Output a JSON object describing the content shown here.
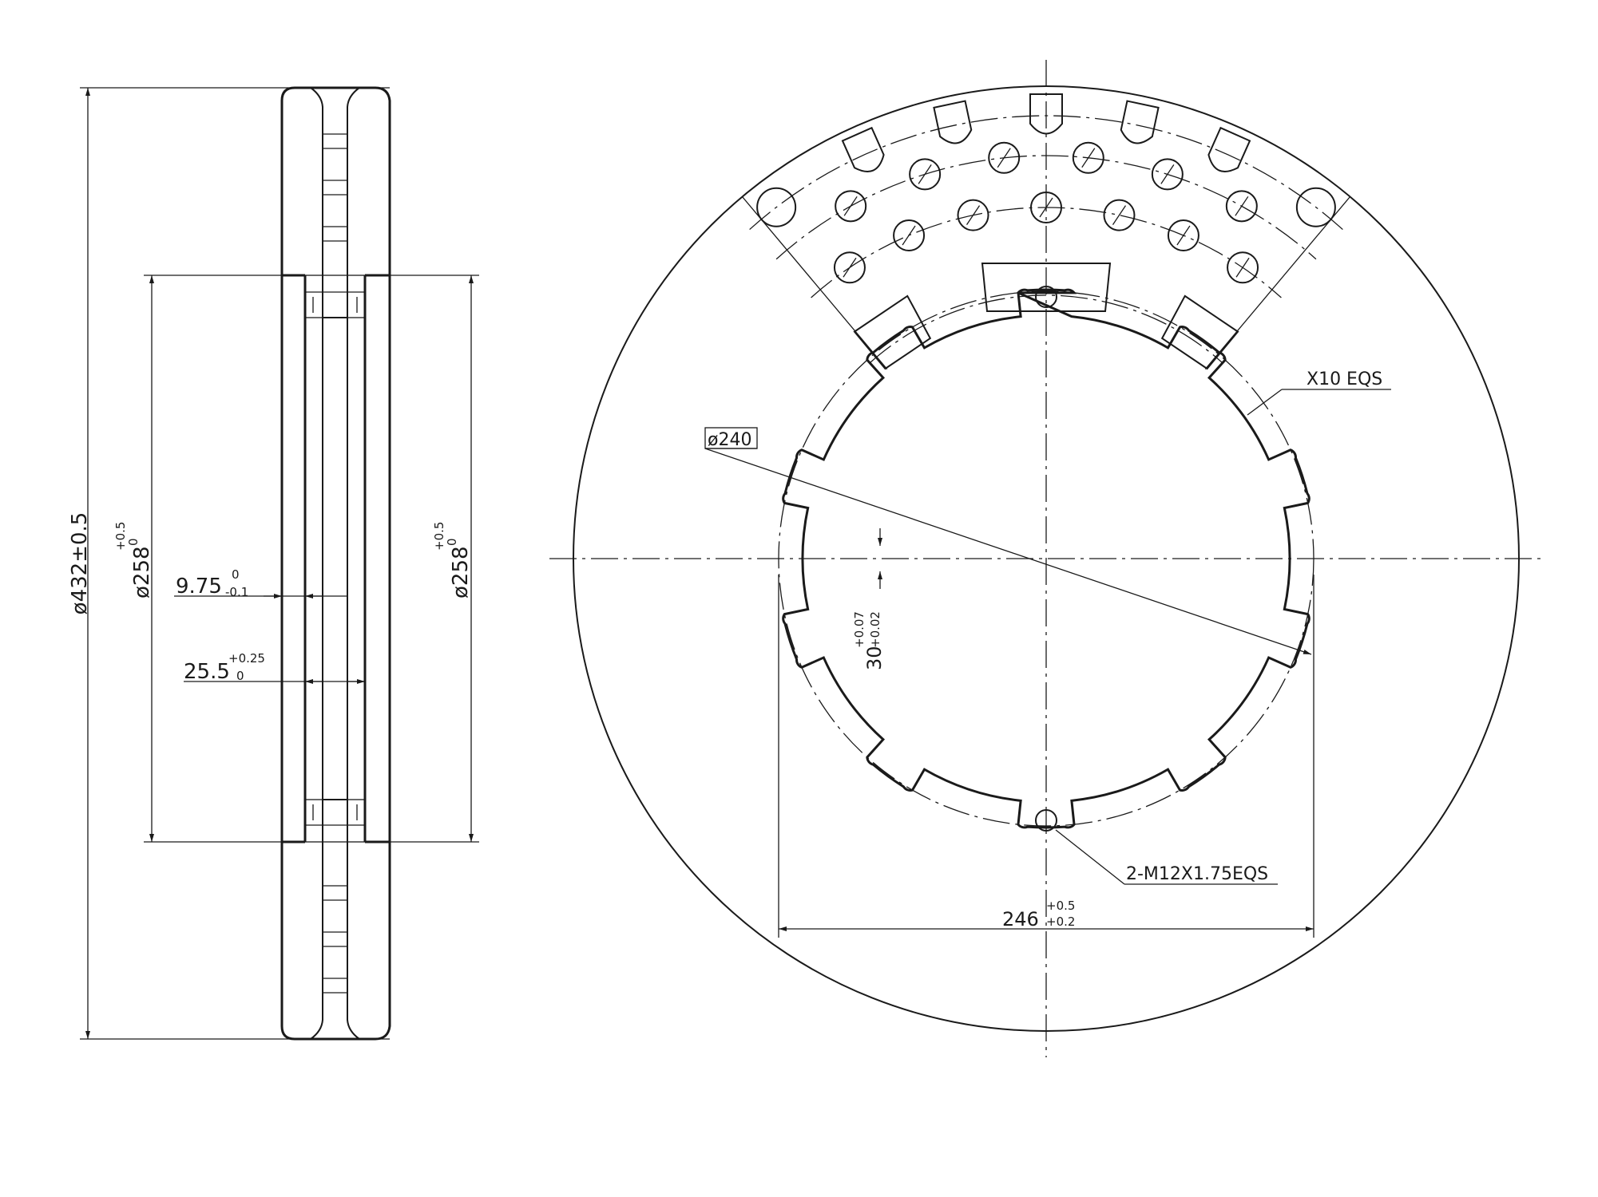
{
  "drawing": {
    "colors": {
      "line": "#1a1a1a",
      "background": "#ffffff"
    },
    "side_view": {
      "outer_diameter": {
        "text": "ø432±0.5"
      },
      "inner_diameter_left": {
        "main": "ø258",
        "upper_tol": "+0.5",
        "lower_tol": "0"
      },
      "inner_diameter_right": {
        "main": "ø258",
        "upper_tol": "+0.5",
        "lower_tol": "0"
      },
      "flange_thickness": {
        "main": "9.75",
        "upper_tol": "0",
        "lower_tol": "-0.1"
      },
      "hub_width": {
        "main": "25.5",
        "upper_tol": "+0.25",
        "lower_tol": "0"
      }
    },
    "front_view": {
      "pilot_diameter": {
        "text": "ø240"
      },
      "slot_count": {
        "text": "X10 EQS"
      },
      "slot_width": {
        "main": "30",
        "upper_tol": "+0.07",
        "lower_tol": "+0.02"
      },
      "thread": {
        "text": "2-M12X1.75EQS"
      },
      "across_slots": {
        "main": "246",
        "upper_tol": "+0.5",
        "lower_tol": "+0.2"
      }
    }
  }
}
